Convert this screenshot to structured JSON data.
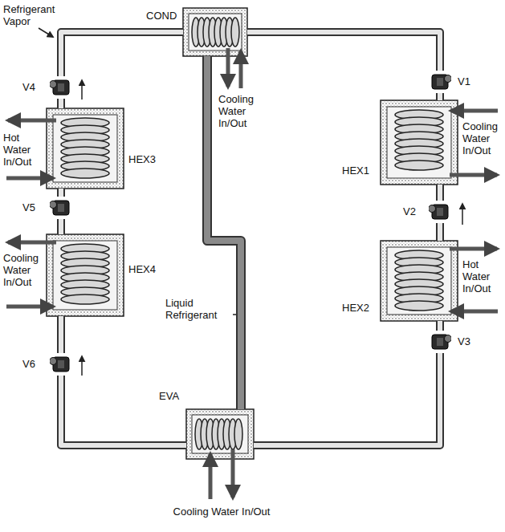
{
  "diagram": {
    "nodes": [
      {
        "text": [
          "COND"
        ]
      },
      {
        "text": [
          "V4"
        ]
      },
      {
        "text": [
          "V1"
        ]
      },
      {
        "text": [
          "HEX3"
        ]
      },
      {
        "text": [
          "HEX1"
        ]
      },
      {
        "text": [
          "V5"
        ]
      },
      {
        "text": [
          "V2"
        ]
      },
      {
        "text": [
          "HEX4"
        ]
      },
      {
        "text": [
          "HEX2"
        ]
      },
      {
        "text": [
          "V6"
        ]
      },
      {
        "text": [
          "V3"
        ]
      },
      {
        "text": [
          "EVA"
        ]
      }
    ],
    "edges": [
      {
        "from": 0,
        "to": 1,
        "arrow": "none"
      },
      {
        "from": 1,
        "to": 3,
        "arrow": "none"
      },
      {
        "from": 3,
        "to": 5,
        "arrow": "none"
      },
      {
        "from": 5,
        "to": 7,
        "arrow": "none"
      },
      {
        "from": 7,
        "to": 9,
        "arrow": "none"
      },
      {
        "from": 9,
        "to": 11,
        "arrow": "none"
      },
      {
        "from": 0,
        "to": 2,
        "arrow": "none"
      },
      {
        "from": 2,
        "to": 4,
        "arrow": "none"
      },
      {
        "from": 4,
        "to": 6,
        "arrow": "none"
      },
      {
        "from": 6,
        "to": 8,
        "arrow": "none"
      },
      {
        "from": 8,
        "to": 10,
        "arrow": "none"
      },
      {
        "from": 10,
        "to": 11,
        "arrow": "none"
      },
      {
        "from": 0,
        "to": 11,
        "label": "Liquid Refrigerant",
        "arrow": "none"
      }
    ],
    "labels": [
      "Refrigerant Vapor",
      "Cooling Water In/Out",
      "Hot Water In/Out",
      "Cooling Water In/Out",
      "Hot Water In/Out",
      "Cooling Water In/Out",
      "Cooling Water In/Out"
    ]
  }
}
